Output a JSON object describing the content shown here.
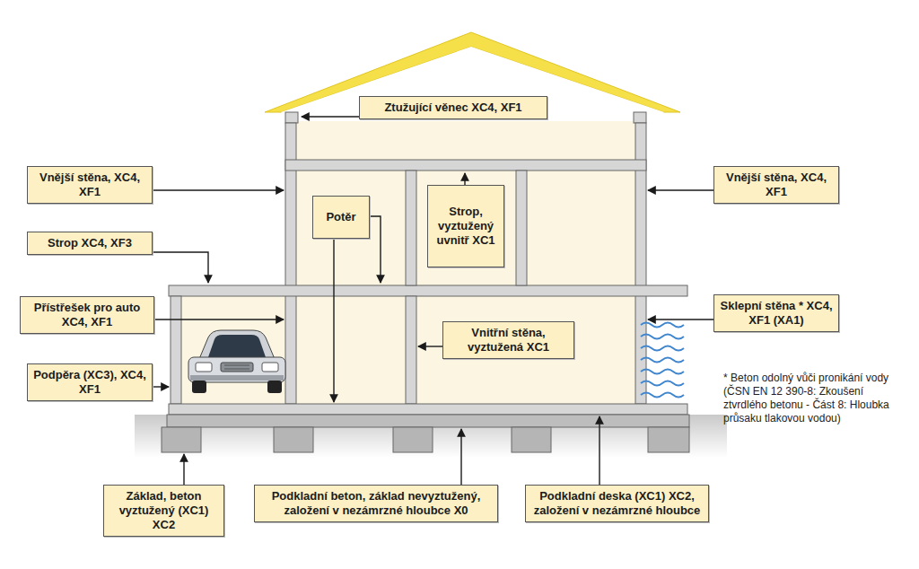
{
  "diagram": {
    "nodes": [
      {
        "text": [
          "Ztužující věnec XC4, XF1"
        ]
      },
      {
        "text": [
          "Vnější stěna, XC4, XF1"
        ]
      },
      {
        "text": [
          "Vnější stěna, XC4, XF1"
        ]
      },
      {
        "text": [
          "Potěr"
        ]
      },
      {
        "text": [
          "Strop, vyztužený uvnitř XC1"
        ]
      },
      {
        "text": [
          "Strop XC4, XF3"
        ]
      },
      {
        "text": [
          "Přístřešek pro auto XC4, XF1"
        ]
      },
      {
        "text": [
          "Sklepní stěna * XC4, XF1 (XA1)"
        ]
      },
      {
        "text": [
          "Vnitřní stěna, vyztužená XC1"
        ]
      },
      {
        "text": [
          "Podpěra (XC3), XC4, XF1"
        ]
      },
      {
        "text": [
          "Základ, beton vyztužený (XC1) XC2"
        ]
      },
      {
        "text": [
          "Podkladní beton, základ nevyztužený, založení v nezámrzné hloubce X0"
        ]
      },
      {
        "text": [
          "Podkladní deska (XC1) XC2, založení v nezámrzné hloubce"
        ]
      }
    ],
    "labels": [
      "* Beton odolný vůči pronikání vody (ČSN EN 12 390-8: Zkoušení ztvrdlého betonu - Část 8: Hloubka průsaku tlakovou vodou)"
    ]
  }
}
